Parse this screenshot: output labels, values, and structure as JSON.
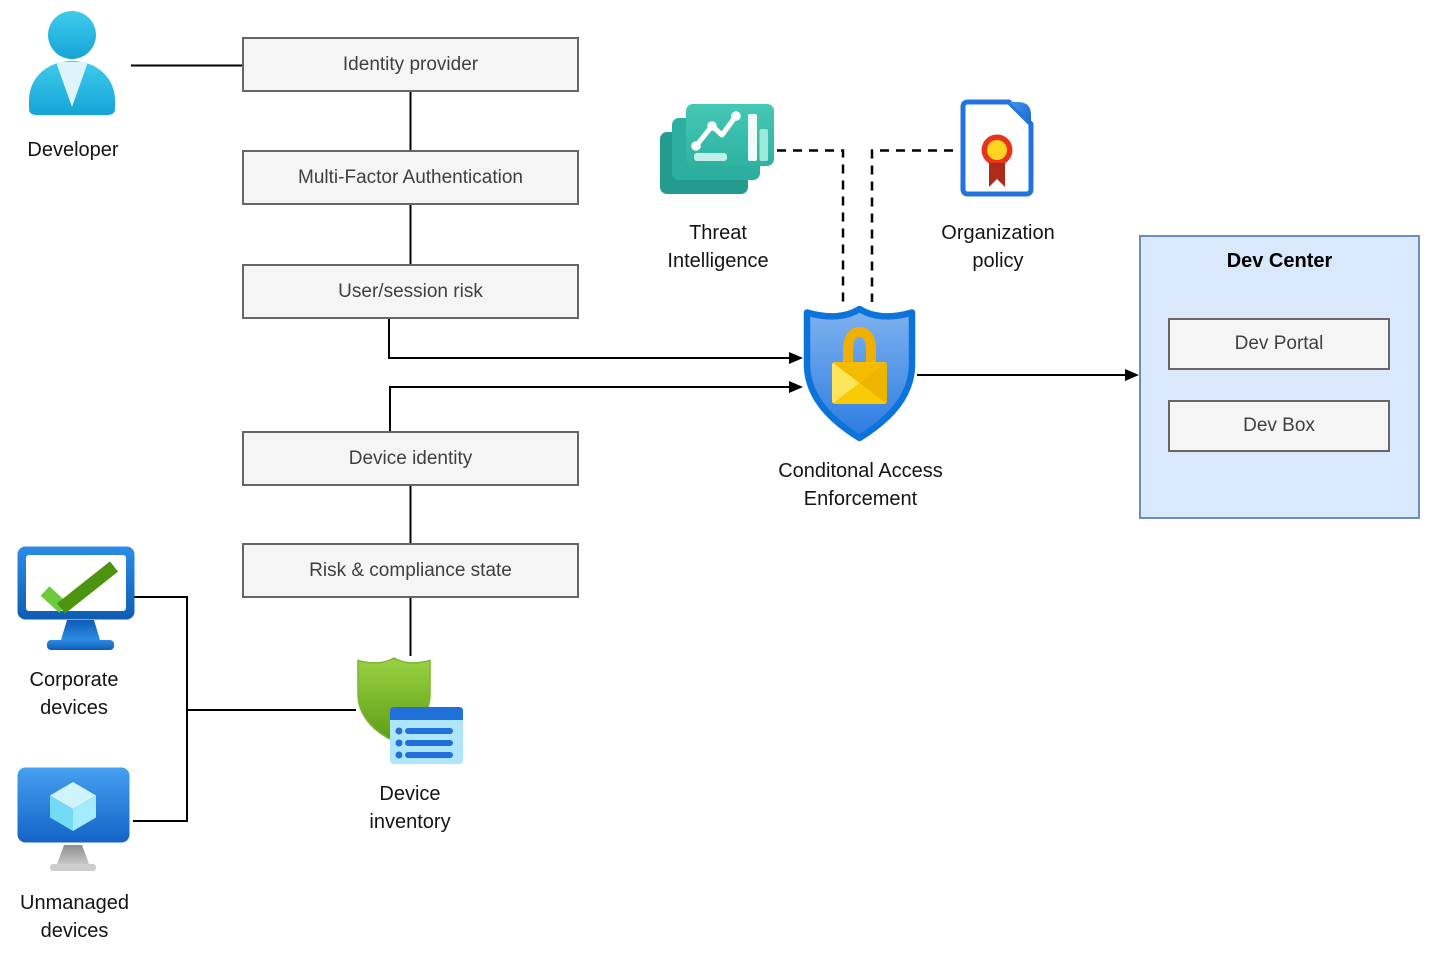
{
  "nodes": {
    "developer": {
      "label": "Developer"
    },
    "identity_provider": {
      "label": "Identity provider"
    },
    "multi_factor_auth": {
      "label": "Multi-Factor Authentication"
    },
    "user_session_risk": {
      "label": "User/session risk"
    },
    "device_identity": {
      "label": "Device identity"
    },
    "risk_compliance_state": {
      "label": "Risk & compliance state"
    },
    "threat_intelligence": {
      "line1": "Threat",
      "line2": "Intelligence"
    },
    "organization_policy": {
      "line1": "Organization",
      "line2": "policy"
    },
    "conditional_access": {
      "line1": "Conditonal Access",
      "line2": "Enforcement"
    },
    "dev_center": {
      "title": "Dev Center"
    },
    "dev_portal": {
      "label": "Dev Portal"
    },
    "dev_box": {
      "label": "Dev Box"
    },
    "corporate_devices": {
      "line1": "Corporate",
      "line2": "devices"
    },
    "unmanaged_devices": {
      "line1": "Unmanaged",
      "line2": "devices"
    },
    "device_inventory": {
      "line1": "Device",
      "line2": "inventory"
    }
  },
  "edges": [
    {
      "from": "developer",
      "to": "identity_provider",
      "style": "solid"
    },
    {
      "from": "identity_provider",
      "to": "multi_factor_auth",
      "style": "solid"
    },
    {
      "from": "multi_factor_auth",
      "to": "user_session_risk",
      "style": "solid"
    },
    {
      "from": "user_session_risk",
      "to": "conditional_access",
      "style": "arrow"
    },
    {
      "from": "device_identity",
      "to": "conditional_access",
      "style": "arrow"
    },
    {
      "from": "device_identity",
      "to": "risk_compliance_state",
      "style": "solid"
    },
    {
      "from": "risk_compliance_state",
      "to": "device_inventory",
      "style": "solid"
    },
    {
      "from": "corporate_devices",
      "to": "device_inventory",
      "style": "solid"
    },
    {
      "from": "unmanaged_devices",
      "to": "device_inventory",
      "style": "solid"
    },
    {
      "from": "threat_intelligence",
      "to": "conditional_access",
      "style": "dashed"
    },
    {
      "from": "organization_policy",
      "to": "conditional_access",
      "style": "dashed"
    },
    {
      "from": "conditional_access",
      "to": "dev_center",
      "style": "arrow"
    }
  ],
  "colors": {
    "node_fill": "#f5f5f5",
    "node_border": "#666666",
    "dev_center_fill": "#dae8fc",
    "dev_center_border": "#6c8ebf",
    "connector": "#000000",
    "developer_cyan": "#29c0e6",
    "threat_teal": "#35bfae",
    "policy_blue": "#2273db",
    "shield_blue": "#2e7ee2",
    "lock_gold": "#f7c600",
    "inventory_green": "#76b82a",
    "check_green": "#4c9410",
    "seal_red": "#e8331d",
    "seal_yellow": "#ffd41f"
  }
}
